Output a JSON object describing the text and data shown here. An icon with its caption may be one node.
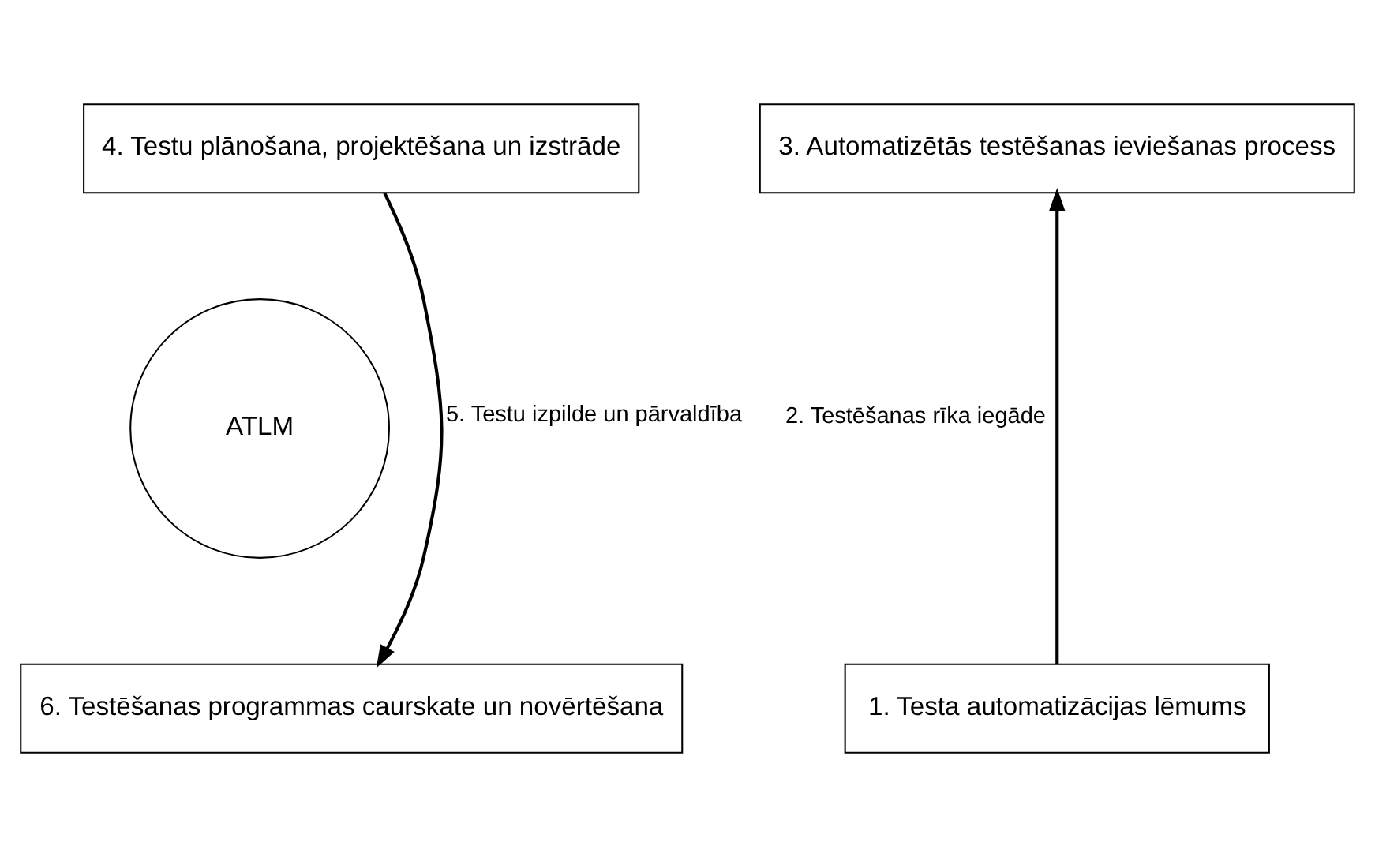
{
  "diagram": {
    "nodes": [
      {
        "text": [
          "4. Testu plānošana, projektēšana un izstrāde"
        ]
      },
      {
        "text": [
          "3. Automatizētās testēšanas ieviešanas process"
        ]
      },
      {
        "text": [
          "ATLM"
        ]
      },
      {
        "text": [
          "6. Testēšanas programmas caurskate un novērtēšana"
        ]
      },
      {
        "text": [
          "1. Testa automatizācijas lēmums"
        ]
      }
    ],
    "edges": [
      {
        "from": 4,
        "to": 1,
        "arrow": "to",
        "label": "2. Testēšanas rīka iegāde"
      },
      {
        "from": 0,
        "to": 3,
        "arrow": "to",
        "label": "5. Testu izpilde un pārvaldība"
      }
    ]
  }
}
